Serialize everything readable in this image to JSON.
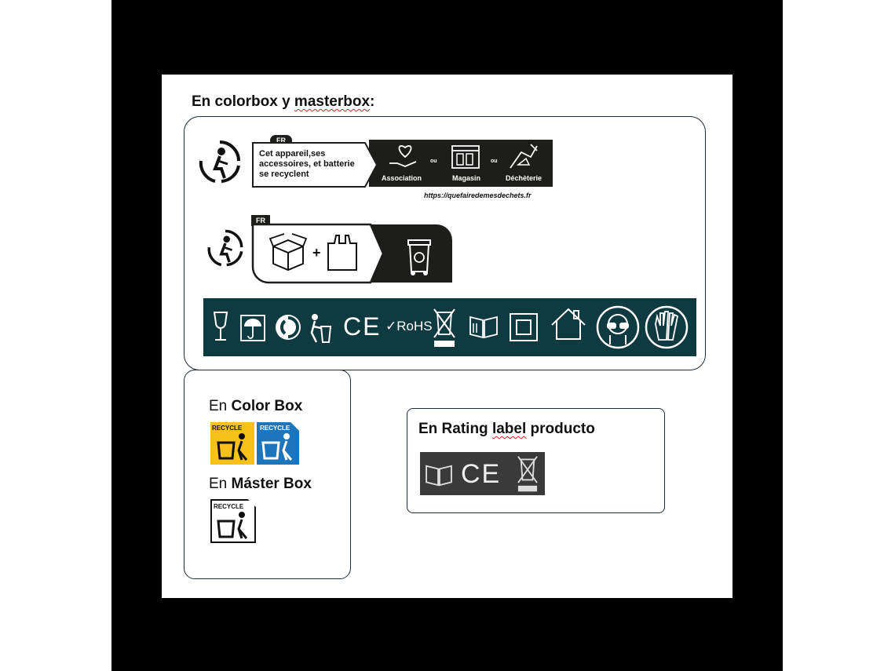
{
  "header": {
    "title_prefix": "En colorbox y ",
    "title_underlined": "masterbox",
    "title_suffix": ":"
  },
  "info_block_1": {
    "badge": "FR",
    "line1": "Cet appareil,ses",
    "line2": "accessoires, et batterie",
    "line3": "se recyclent",
    "option1": "Association",
    "sep": "ou",
    "option2": "Magasin",
    "option3": "Déchèterie",
    "url": "https://quefairedemesdechets.fr"
  },
  "info_block_2": {
    "badge": "FR",
    "plus": "+"
  },
  "symbol_strip": {
    "ce": "CE",
    "rohs": "✓RoHS"
  },
  "color_box": {
    "prefix": "En ",
    "bold": "Color Box",
    "badge": "RECYCLE"
  },
  "master_box": {
    "prefix": "En ",
    "bold": "Máster Box",
    "badge": "RECYCLE"
  },
  "rating": {
    "prefix": "En Rating ",
    "underlined": "label",
    "suffix": " producto",
    "ce": "CE"
  },
  "colors": {
    "strip_bg": "#0f3a3f",
    "yellow": "#f7c01b",
    "blue": "#1d75bc",
    "rating_bg": "#3a3a3a"
  }
}
